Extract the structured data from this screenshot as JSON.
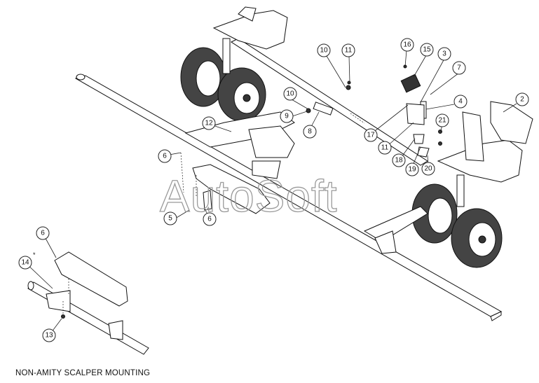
{
  "watermark": "AutoSoft",
  "caption": "NON-AMITY SCALPER MOUNTING",
  "asterisk": "*",
  "callouts": [
    "10",
    "11",
    "16",
    "15",
    "3",
    "7",
    "2",
    "10",
    "9",
    "8",
    "4",
    "17",
    "11",
    "21",
    "18",
    "19",
    "20",
    "12",
    "6",
    "6",
    "5",
    "6",
    "14",
    "13"
  ]
}
